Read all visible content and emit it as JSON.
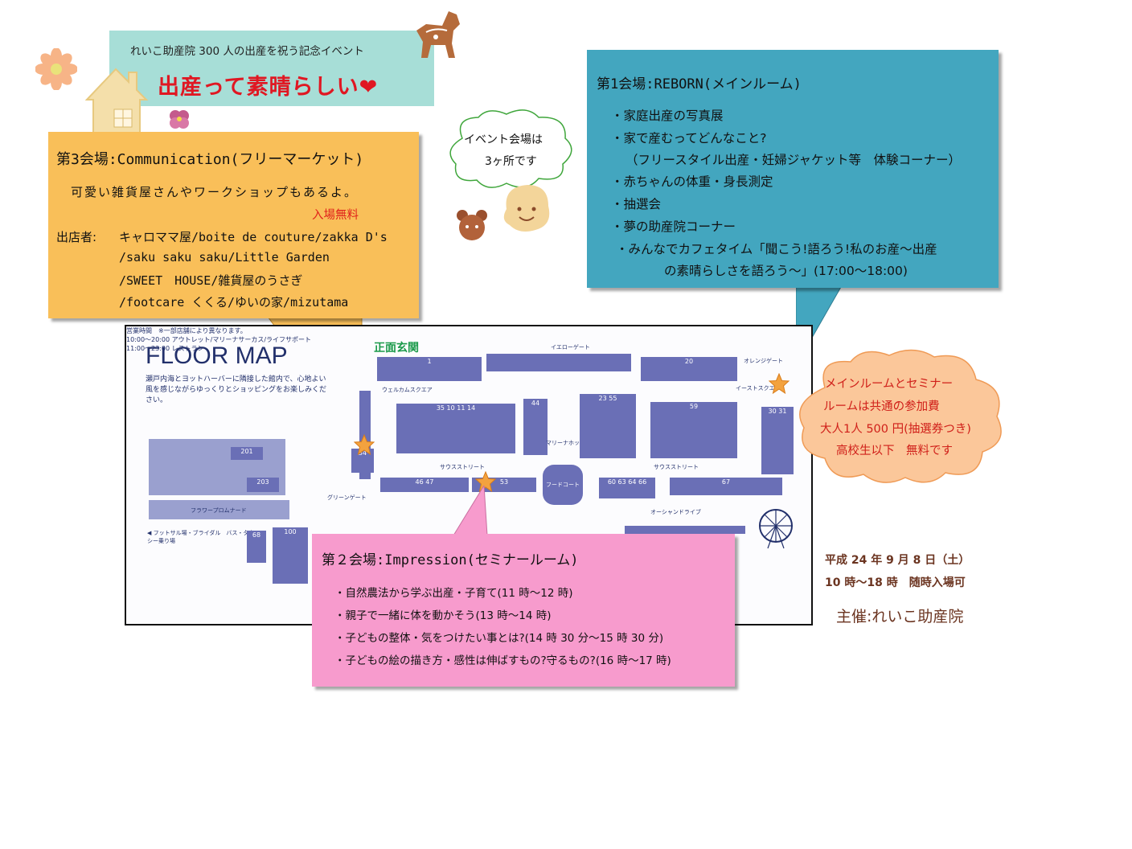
{
  "banner": {
    "subtitle": "れいこ助産院 300 人の出産を祝う記念イベント",
    "title": "出産って素晴らしい❤"
  },
  "bubble": {
    "line1": "イベント会場は",
    "line2": "3ヶ所です"
  },
  "venue3": {
    "title": "第3会場:Communication(フリーマーケット)",
    "line1": "可愛い雑貨屋さんやワークショップもあるよ。",
    "free": "入場無料",
    "shops_label": "出店者:",
    "shops": [
      "キャロママ屋/boite de couture/zakka D's",
      "/saku saku saku/Little Garden",
      "/SWEET　HOUSE/雑貨屋のうさぎ",
      "/footcare くくる/ゆいの家/mizutama"
    ]
  },
  "venue1": {
    "title": "第1会場:REBORN(メインルーム)",
    "items": [
      "・家庭出産の写真展",
      "・家で産むってどんなこと?",
      "（フリースタイル出産・妊婦ジャケット等　体験コーナー）",
      "・赤ちゃんの体重・身長測定",
      "・抽選会",
      "・夢の助産院コーナー",
      "・みんなでカフェタイム「聞こう!語ろう!私のお産～出産",
      "の素晴らしさを語ろう～」(17:00～18:00)"
    ]
  },
  "map": {
    "title": "FLOOR MAP",
    "desc": "瀬戸内海とヨットハーバーに隣接した館内で、心地よい風を感じながらゆっくりとショッピングをお楽しみください。",
    "gate": "正面玄関",
    "labels": {
      "yellow_gate": "イエローゲート",
      "orange_gate": "オレンジゲート",
      "welcome": "ウェルカムスクエア",
      "east": "イーストスクエア",
      "marina": "マリーナホップスクエア",
      "south_street": "サウスストリート",
      "green_gate": "グリーンゲート",
      "ocean_drive": "オーシャンドライブ",
      "food_court": "フードコート",
      "flower_promenade": "フラワープロムナード",
      "futsal": "◀ フットサル場・ブライダル　バス・タクシー乗り場"
    },
    "hours": [
      "営業時間　※一部店舗により異なります。",
      "10:00～20:00 アウトレット/マリーナサーカス/ライフサポート",
      "11:00～23:00 レストラン"
    ]
  },
  "venue2": {
    "title": "第２会場:Impression(セミナールーム)",
    "items": [
      "・自然農法から学ぶ出産・子育て(11 時～12 時)",
      "・親子で一緒に体を動かそう(13 時～14 時)",
      "・子どもの整体・気をつけたい事とは?(14 時 30 分～15 時 30 分)",
      "・子どもの絵の描き方・感性は伸ばすもの?守るもの?(16 時～17 時)"
    ]
  },
  "cloud": {
    "lines": [
      "メインルームとセミナー",
      "ルームは共通の参加費",
      "大人1人 500 円(抽選券つき)",
      "高校生以下　無料です"
    ]
  },
  "event": {
    "date": "平成 24 年 9 月 8 日（土）",
    "time": "10 時～18 時　随時入場可",
    "host": "主催:れいこ助産院"
  },
  "colors": {
    "banner_bg": "#a7ded7",
    "title_red": "#e01722",
    "venue3_bg": "#f9bf59",
    "venue1_bg": "#43a6bf",
    "venue2_bg": "#f79bcd",
    "cloud_bg": "#fbc79a",
    "map_block": "#6a6fb6",
    "date_brown": "#6b3420"
  }
}
